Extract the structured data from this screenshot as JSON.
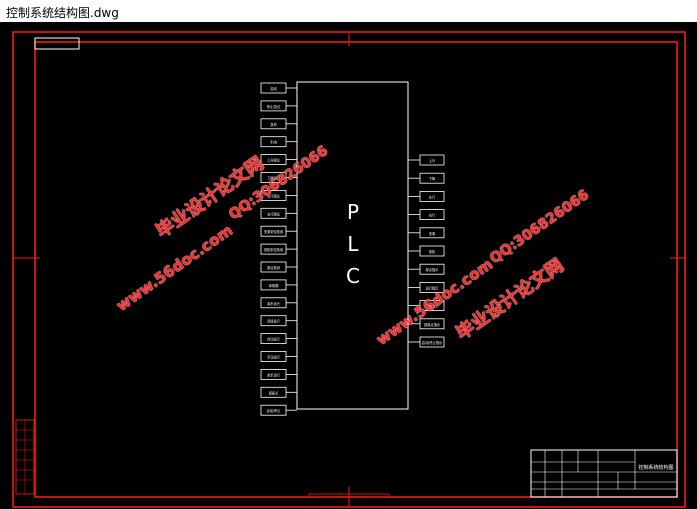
{
  "window": {
    "title": "控制系统结构图.dwg"
  },
  "colors": {
    "frame": "#ff1a1a",
    "line": "#ffffff",
    "background": "#000000",
    "watermark": "#ff2a2a"
  },
  "plc": {
    "letters": [
      "P",
      "L",
      "C"
    ]
  },
  "inputs": [
    "启动",
    "停止/复位",
    "急停",
    "手/自",
    "上升限位",
    "下降限位",
    "左行限位",
    "右行限位",
    "夹紧到位检测",
    "放松到位检测",
    "原点检测",
    "单周期",
    "单步运行",
    "连续运行",
    "自动运行",
    "手动运行",
    "单步运行",
    "回原点",
    "启动/停止"
  ],
  "outputs": [
    "上升",
    "下降",
    "左行",
    "右行",
    "夹紧",
    "放松",
    "原点指示",
    "运行指示",
    "报警指示",
    "回原点指示",
    "启动/停止指示"
  ],
  "watermarks": [
    {
      "line1": "毕业设计论文网",
      "line2": "www.56doc.com",
      "line3": "QQ:306826066"
    },
    {
      "line1": "毕业设计论文网",
      "line2": "www.56doc.com",
      "line3": "QQ:306826066"
    }
  ],
  "title_block": {
    "drawing_name": "控制系统结构图"
  }
}
